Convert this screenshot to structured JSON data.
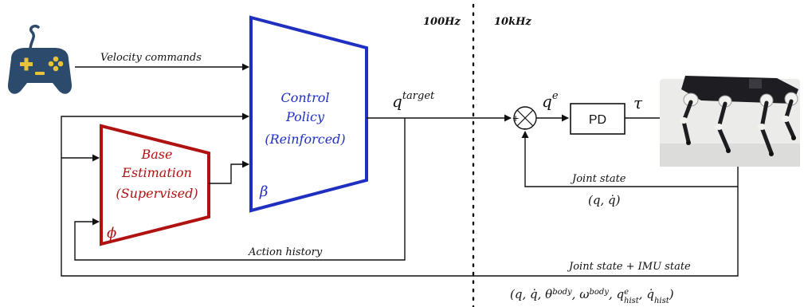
{
  "colors": {
    "policy_blue": "#1f2fbf",
    "estimation_red": "#b01212",
    "wire": "#111111",
    "controller_body": "#2c4a6b",
    "controller_buttons": "#e8c23a"
  },
  "rates": {
    "policy": "100Hz",
    "controller": "10kHz"
  },
  "policy": {
    "line1": "Control",
    "line2": "Policy",
    "line3": "(Reinforced)",
    "param": "β"
  },
  "estimation": {
    "line1": "Base",
    "line2": "Estimation",
    "line3": "(Supervised)",
    "param": "ϕ"
  },
  "signals": {
    "velocity_commands": "Velocity commands",
    "q_target_base": "q",
    "q_target_sup": "target",
    "q_error_base": "q",
    "q_error_sup": "e",
    "tau": "τ",
    "action_history": "Action history",
    "joint_state": "Joint state",
    "joint_state_tuple": "(q, q̇)",
    "joint_imu_state": "Joint state + IMU state",
    "joint_imu_tuple": "(q, q̇, θ^body, ω^body, q^e_hist, q̇_hist)"
  },
  "controller_block": {
    "label": "PD"
  },
  "sum_junction": {
    "plus": "+",
    "minus": "-"
  },
  "icons": {
    "input_device": "gamepad-icon",
    "robot": "quadruped-robot-photo"
  }
}
